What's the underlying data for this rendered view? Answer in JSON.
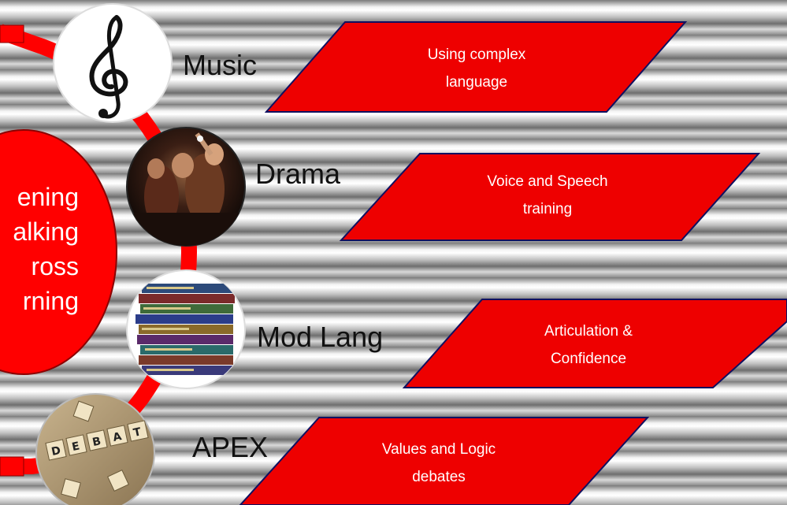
{
  "central": {
    "lines": [
      "ening",
      "alking",
      "ross",
      "rning"
    ]
  },
  "subjects": [
    {
      "name": "Music",
      "icon": "treble-clef-icon",
      "outcome_lines": [
        "Using complex",
        "language"
      ]
    },
    {
      "name": "Drama",
      "icon": "theatre-performers-image",
      "outcome_lines": [
        "Voice and Speech",
        "training"
      ]
    },
    {
      "name": "Mod Lang",
      "icon": "stacked-books-image",
      "outcome_lines": [
        "Articulation &",
        "Confidence"
      ]
    },
    {
      "name": "APEX",
      "icon": "debate-scrabble-tiles-image",
      "outcome_lines": [
        "Values and Logic",
        "debates"
      ]
    }
  ],
  "colors": {
    "accent_red": "#ff0000",
    "box_red": "#ee0000",
    "box_border": "#101060"
  }
}
